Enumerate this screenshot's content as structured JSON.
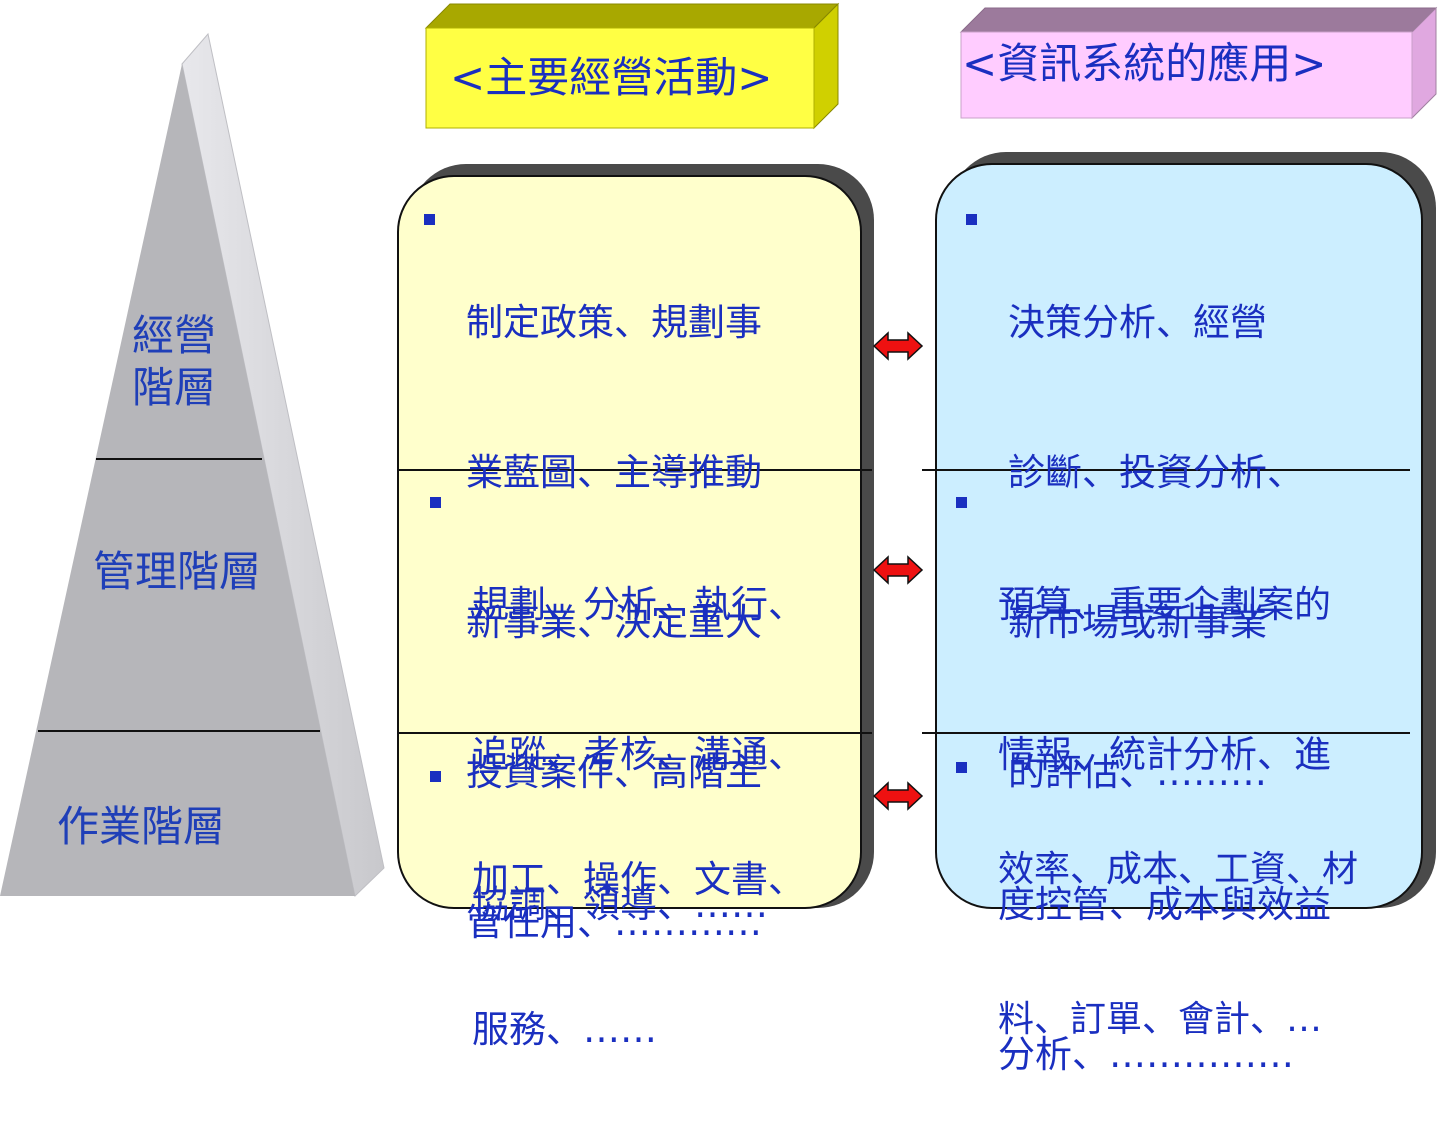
{
  "pyramid": {
    "levels": [
      {
        "label_lines": [
          "經營",
          "階層"
        ]
      },
      {
        "label_lines": [
          "管理階層"
        ]
      },
      {
        "label_lines": [
          "作業階層"
        ]
      }
    ]
  },
  "headers": {
    "activities": "<主要經營活動>",
    "applications": "<資訊系統的應用>"
  },
  "activities": [
    {
      "lines": [
        "制定政策、規劃事",
        "業藍圖、主導推動",
        "新事業、決定重大",
        "投資案件、高階主",
        "管任用、…………"
      ]
    },
    {
      "lines": [
        "規劃、分析、執行、",
        "追蹤、考核、溝通、",
        "協調、領導、……"
      ]
    },
    {
      "lines": [
        "加工、操作、文書、",
        "服務、……"
      ]
    }
  ],
  "applications": [
    {
      "lines": [
        "決策分析、經營",
        "診斷、投資分析、",
        "新市場或新事業",
        "的評估、………"
      ]
    },
    {
      "lines": [
        "預算、重要企劃案的",
        "情報、統計分析、進",
        "度控管、成本與效益",
        "分析、……………"
      ]
    },
    {
      "lines": [
        "效率、成本、工資、材",
        "料、訂單、會計、…"
      ]
    }
  ],
  "colors": {
    "text": "#1a2fc0",
    "pyramid_front": "#b4b4b8",
    "pyramid_side": "#dcdce0",
    "header_left": "#ffff33",
    "header_right": "#ffccff",
    "box_left": "#ffffcc",
    "box_right": "#cceeff",
    "arrow": "#ee1111"
  }
}
